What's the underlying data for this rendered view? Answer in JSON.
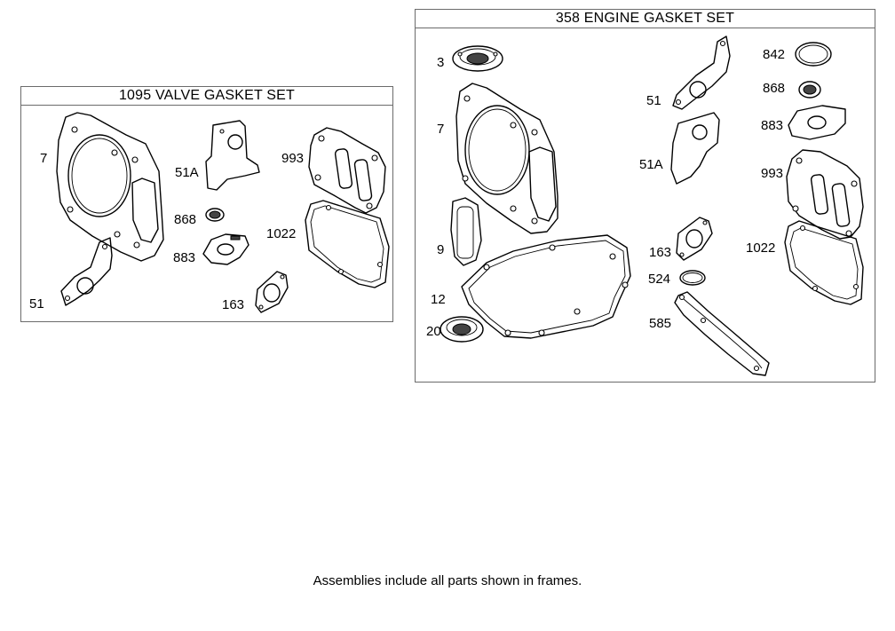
{
  "left_frame": {
    "title": "1095 VALVE GASKET SET",
    "labels": {
      "p7": "7",
      "p51": "51",
      "p51a": "51A",
      "p868": "868",
      "p883": "883",
      "p163": "163",
      "p993": "993",
      "p1022": "1022"
    }
  },
  "right_frame": {
    "title": "358 ENGINE GASKET SET",
    "labels": {
      "p3": "3",
      "p7": "7",
      "p9": "9",
      "p12": "12",
      "p20": "20",
      "p51": "51",
      "p51a": "51A",
      "p163": "163",
      "p524": "524",
      "p585": "585",
      "p842": "842",
      "p868": "868",
      "p883": "883",
      "p993": "993",
      "p1022": "1022"
    }
  },
  "footnote": "Assemblies include all parts shown in frames."
}
